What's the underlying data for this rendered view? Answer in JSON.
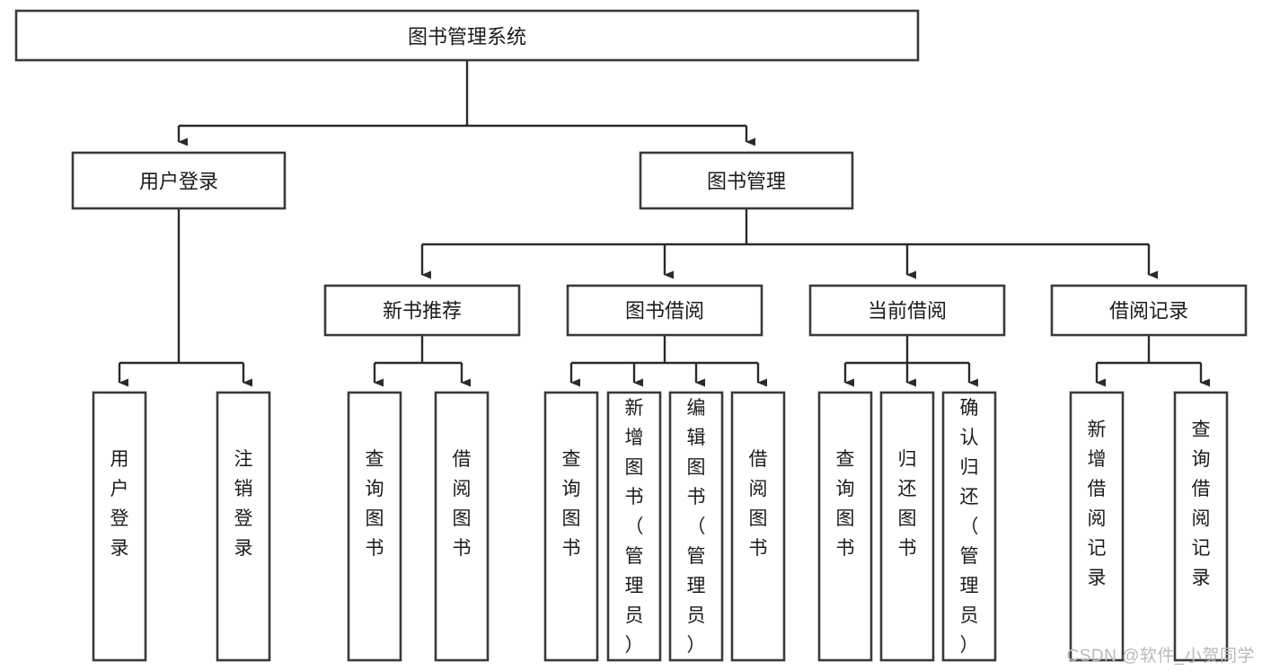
{
  "diagram": {
    "title": "图书管理系统",
    "type": "tree-hierarchy-diagram",
    "colors": {
      "box_fill": "#ffffff",
      "box_stroke": "#3a3a3a",
      "edge": "#2b2b2b",
      "text": "#1b1b1b",
      "watermark": "#b9b9b9",
      "background": "#ffffff"
    },
    "root": {
      "label": "图书管理系统"
    },
    "level2": [
      {
        "label": "用户登录"
      },
      {
        "label": "图书管理"
      }
    ],
    "level3": [
      {
        "label": "新书推荐"
      },
      {
        "label": "图书借阅"
      },
      {
        "label": "当前借阅"
      },
      {
        "label": "借阅记录"
      }
    ],
    "leaves": {
      "user_login": [
        {
          "label": "用户登录"
        },
        {
          "label": "注销登录"
        }
      ],
      "new_book_recommend": [
        {
          "label": "查询图书"
        },
        {
          "label": "借阅图书"
        }
      ],
      "book_borrow": [
        {
          "label": "查询图书"
        },
        {
          "label": "新增图书（管理员）"
        },
        {
          "label": "编辑图书（管理员）"
        },
        {
          "label": "借阅图书"
        }
      ],
      "current_borrow": [
        {
          "label": "查询图书"
        },
        {
          "label": "归还图书"
        },
        {
          "label": "确认归还（管理员）"
        }
      ],
      "borrow_record": [
        {
          "label": "新增借阅记录"
        },
        {
          "label": "查询借阅记录"
        }
      ]
    }
  },
  "watermark": {
    "text": "CSDN @软件_小贺同学"
  }
}
